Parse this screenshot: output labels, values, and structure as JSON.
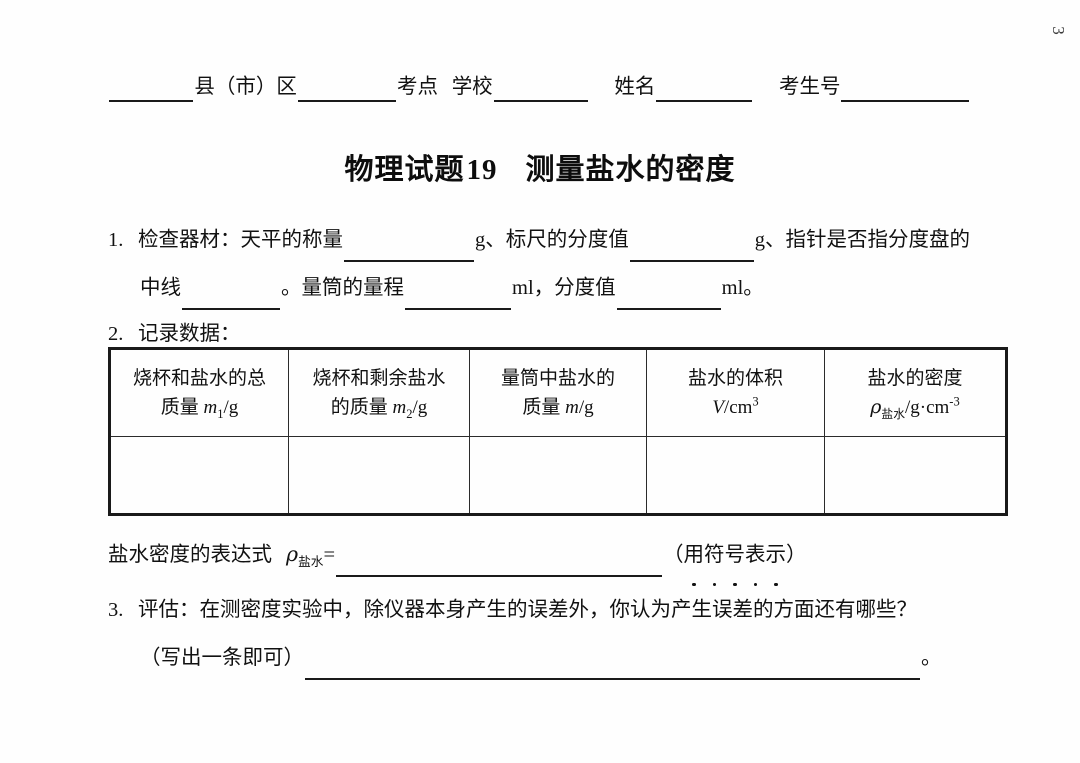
{
  "page": {
    "page_number": "3"
  },
  "exam_header": {
    "county_label": "县（市）区",
    "exam_site_label": "考点",
    "school_label": "学校",
    "name_label": "姓名",
    "exam_number_label": "考生号"
  },
  "title": {
    "prefix": "物理试题",
    "number": "19",
    "subject": "测量盐水的密度"
  },
  "questions": [
    {
      "number": "1.",
      "line1_a": "检查器材：天平的称量",
      "line1_unit1": "g、标尺的分度值",
      "line1_unit2": "g、指针是否指分度盘的",
      "line2_a": "中线",
      "line2_b": "。量筒的量程",
      "line2_unit1": "ml，分度值",
      "line2_unit2": "ml。"
    },
    {
      "number": "2.",
      "text": "记录数据："
    },
    {
      "number": "3.",
      "text": "评估：在测密度实验中，除仪器本身产生的误差外，你认为产生误差的方面还有哪些？",
      "line2_prefix": "（写出一条即可）",
      "line2_suffix": "。"
    }
  ],
  "table": {
    "headers": [
      {
        "line1": "烧杯和盐水的总",
        "line2_text": "质量 ",
        "symbol": "m",
        "symbol_sub": "1",
        "unit": "/g"
      },
      {
        "line1": "烧杯和剩余盐水",
        "line2_text": "的质量 ",
        "symbol": "m",
        "symbol_sub": "2",
        "unit": "/g"
      },
      {
        "line1": "量筒中盐水的",
        "line2_text": "质量 ",
        "symbol": "m",
        "symbol_sub": "",
        "unit": "/g"
      },
      {
        "line1": "盐水的体积",
        "line2_text": "",
        "symbol": "V",
        "symbol_sub": "",
        "unit": "/cm",
        "unit_sup": "3"
      },
      {
        "line1": "盐水的密度",
        "line2_text": "",
        "symbol": "ρ",
        "symbol_sub": "盐水",
        "unit": "/g·cm",
        "unit_sup": "-3"
      }
    ],
    "rows": [
      [
        "",
        "",
        "",
        "",
        ""
      ]
    ]
  },
  "expression": {
    "label": "盐水密度的表达式",
    "symbol": "ρ",
    "symbol_sub": "盐水",
    "equals": "=",
    "note_open": "（",
    "note": "用符号表示",
    "note_close": "）"
  },
  "colors": {
    "ink": "#111111",
    "paper": "#fefefe",
    "rule": "#1a1a1a"
  }
}
